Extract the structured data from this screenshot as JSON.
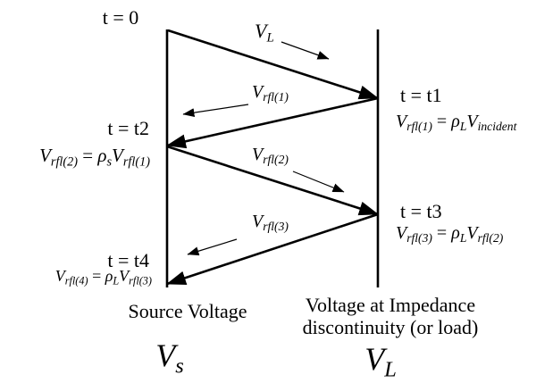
{
  "diagram": {
    "time_labels": {
      "t0": "t = 0",
      "t1": "t = t1",
      "t2": "t = t2",
      "t3": "t = t3",
      "t4": "t = t4"
    },
    "wave_labels": {
      "incident": {
        "base": "V",
        "sub": "L"
      },
      "rfl1": {
        "base": "V",
        "sub": "rfl(1)"
      },
      "rfl2": {
        "base": "V",
        "sub": "rfl(2)"
      },
      "rfl3": {
        "base": "V",
        "sub": "rfl(3)"
      }
    },
    "equations": {
      "t1": [
        "V",
        "rfl(1)",
        " = ",
        "ρ",
        "L",
        "V",
        "incident"
      ],
      "t2": [
        "V",
        "rfl(2)",
        " = ",
        "ρ",
        "s",
        "V",
        "rfl(1)"
      ],
      "t3": [
        "V",
        "rfl(3)",
        " = ",
        "ρ",
        "L",
        "V",
        "rfl(2)"
      ],
      "t4": [
        "V",
        "rfl(4)",
        " = ",
        "ρ",
        "L",
        "V",
        "rfl(3)"
      ]
    },
    "axes": {
      "source_caption": "Source Voltage",
      "source_symbol": {
        "base": "V",
        "sub": "s"
      },
      "load_caption_line1": "Voltage at Impedance",
      "load_caption_line2": "discontinuity (or load)",
      "load_symbol": {
        "base": "V",
        "sub": "L"
      }
    },
    "colors": {
      "ink": "#000000",
      "background": "#ffffff"
    }
  }
}
